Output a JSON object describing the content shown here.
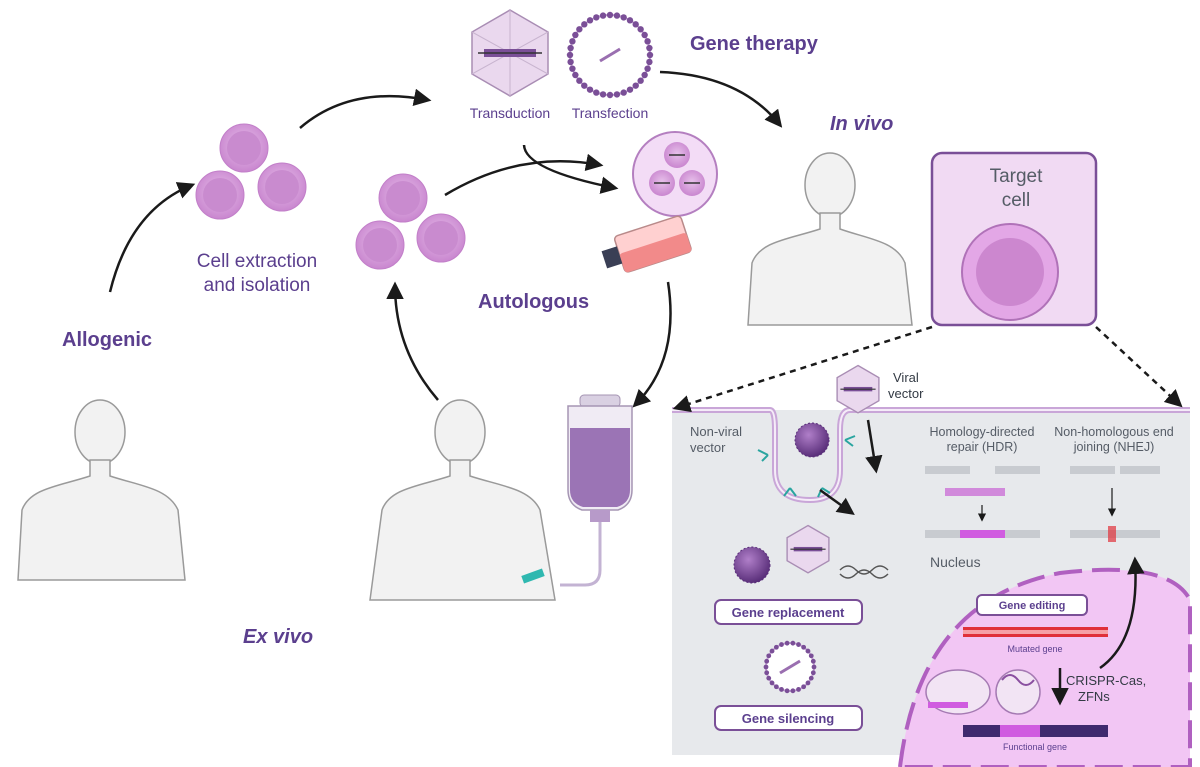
{
  "labels": {
    "gene_therapy": "Gene therapy",
    "transduction": "Transduction",
    "transfection": "Transfection",
    "in_vivo": "In vivo",
    "ex_vivo": "Ex vivo",
    "allogenic": "Allogenic",
    "autologous": "Autologous",
    "cell_extraction_line1": "Cell extraction",
    "cell_extraction_line2": "and isolation",
    "target_cell_line1": "Target",
    "target_cell_line2": "cell"
  },
  "panel": {
    "viral_vector_line1": "Viral",
    "viral_vector_line2": "vector",
    "non_viral_line1": "Non-viral",
    "non_viral_line2": "vector",
    "hdr_line1": "Homology-directed",
    "hdr_line2": "repair (HDR)",
    "nhej_line1": "Non-homologous end",
    "nhej_line2": "joining (NHEJ)",
    "nucleus": "Nucleus",
    "gene_replacement": "Gene replacement",
    "gene_silencing": "Gene silencing",
    "gene_editing": "Gene editing",
    "mutated_gene": "Mutated gene",
    "functional_gene": "Functional gene",
    "crispr_line1": "CRISPR-Cas,",
    "crispr_line2": "ZFNs"
  },
  "colors": {
    "accent_text": "#5b3f8e",
    "cell_fill": "#d9a6dd",
    "cell_inner": "#c98bcf",
    "panel_bg": "#e7e9ec",
    "target_box": "#f0d9f2",
    "nucleus_fill": "#f2c6f4",
    "mutation_red": "#e0303a"
  }
}
